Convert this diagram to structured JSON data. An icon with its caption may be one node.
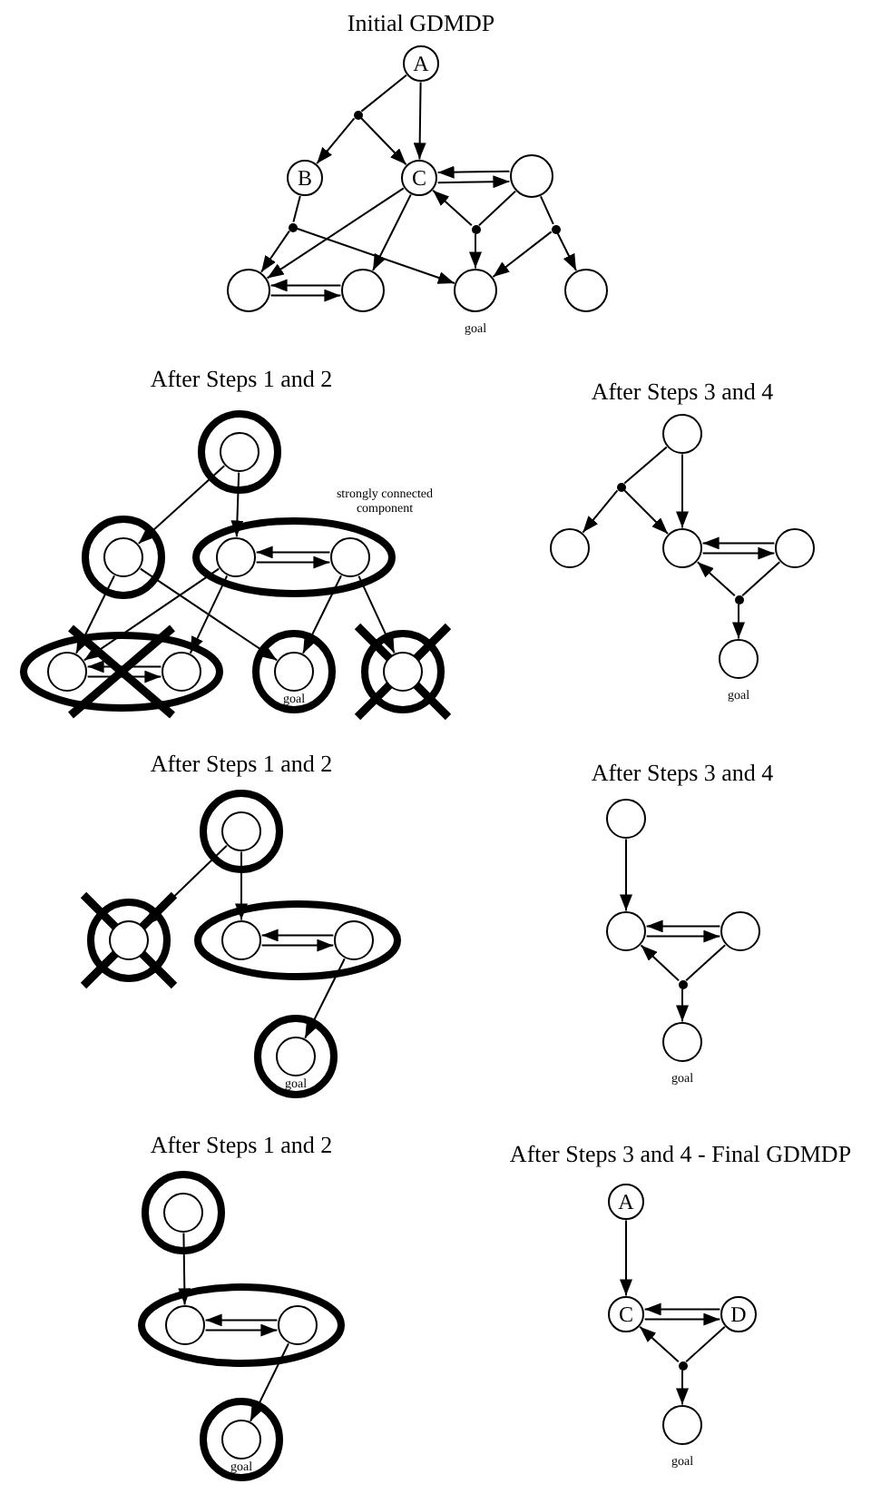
{
  "diagram": {
    "nodes": [
      {
        "text": [
          "A"
        ]
      },
      {
        "text": [],
        "shape": "dot"
      },
      {
        "text": [
          "B"
        ]
      },
      {
        "text": [
          "C"
        ]
      },
      {
        "text": [],
        "shape": "circle"
      },
      {
        "text": [],
        "shape": "dot"
      },
      {
        "text": [],
        "shape": "dot"
      },
      {
        "text": [],
        "shape": "dot"
      },
      {
        "text": [],
        "shape": "circle"
      },
      {
        "text": [],
        "shape": "circle"
      },
      {
        "text": [],
        "shape": "circle",
        "beside": [
          "goal"
        ]
      },
      {
        "text": [],
        "shape": "circle"
      },
      {
        "text": [],
        "shape": "circle"
      },
      {
        "text": [],
        "shape": "circle",
        "in": 12
      },
      {
        "text": [],
        "shape": "circle"
      },
      {
        "text": [],
        "shape": "circle",
        "in": 14
      },
      {
        "text": [],
        "shape": "ellipse",
        "beside": [
          "strongly connected component"
        ]
      },
      {
        "text": [],
        "shape": "circle",
        "in": 16
      },
      {
        "text": [],
        "shape": "circle",
        "in": 16
      },
      {
        "text": [],
        "shape": "ellipse"
      },
      {
        "text": [],
        "shape": "circle",
        "in": 19
      },
      {
        "text": [],
        "shape": "circle",
        "in": 19
      },
      {
        "text": [],
        "shape": "circle"
      },
      {
        "text": [],
        "shape": "circle",
        "in": 22,
        "beside": [
          "goal"
        ]
      },
      {
        "text": [],
        "shape": "circle"
      },
      {
        "text": [],
        "shape": "circle",
        "in": 24
      },
      {
        "text": [],
        "shape": "circle"
      },
      {
        "text": [],
        "shape": "dot"
      },
      {
        "text": [],
        "shape": "circle"
      },
      {
        "text": [],
        "shape": "circle"
      },
      {
        "text": [],
        "shape": "circle"
      },
      {
        "text": [],
        "shape": "dot"
      },
      {
        "text": [],
        "shape": "circle",
        "beside": [
          "goal"
        ]
      },
      {
        "text": [],
        "shape": "circle"
      },
      {
        "text": [],
        "shape": "circle",
        "in": 33
      },
      {
        "text": [],
        "shape": "circle"
      },
      {
        "text": [],
        "shape": "circle",
        "in": 35
      },
      {
        "text": [],
        "shape": "ellipse"
      },
      {
        "text": [],
        "shape": "circle",
        "in": 37
      },
      {
        "text": [],
        "shape": "circle",
        "in": 37
      },
      {
        "text": [],
        "shape": "circle"
      },
      {
        "text": [],
        "shape": "circle",
        "in": 40,
        "beside": [
          "goal"
        ]
      },
      {
        "text": [],
        "shape": "circle"
      },
      {
        "text": [],
        "shape": "circle"
      },
      {
        "text": [],
        "shape": "circle"
      },
      {
        "text": [],
        "shape": "dot"
      },
      {
        "text": [],
        "shape": "circle",
        "beside": [
          "goal"
        ]
      },
      {
        "text": [],
        "shape": "circle"
      },
      {
        "text": [],
        "shape": "circle",
        "in": 47
      },
      {
        "text": [],
        "shape": "ellipse"
      },
      {
        "text": [],
        "shape": "circle",
        "in": 49
      },
      {
        "text": [],
        "shape": "circle",
        "in": 49
      },
      {
        "text": [],
        "shape": "circle"
      },
      {
        "text": [],
        "shape": "circle",
        "in": 52,
        "beside": [
          "goal"
        ]
      },
      {
        "text": [
          "A"
        ]
      },
      {
        "text": [
          "C"
        ]
      },
      {
        "text": [
          "D"
        ]
      },
      {
        "text": [],
        "shape": "dot"
      },
      {
        "text": [],
        "shape": "circle",
        "beside": [
          "goal"
        ]
      }
    ],
    "edges": [
      {
        "from": 0,
        "to": 1,
        "arrow": "none"
      },
      {
        "from": 1,
        "to": 2,
        "arrow": "to"
      },
      {
        "from": 1,
        "to": 3,
        "arrow": "to"
      },
      {
        "from": 0,
        "to": 3,
        "arrow": "to"
      },
      {
        "from": 3,
        "to": 4,
        "arrow": "to"
      },
      {
        "from": 4,
        "to": 3,
        "arrow": "to"
      },
      {
        "from": 2,
        "to": 5,
        "arrow": "none"
      },
      {
        "from": 5,
        "to": 8,
        "arrow": "to"
      },
      {
        "from": 5,
        "to": 10,
        "arrow": "to"
      },
      {
        "from": 3,
        "to": 8,
        "arrow": "to"
      },
      {
        "from": 3,
        "to": 9,
        "arrow": "to"
      },
      {
        "from": 8,
        "to": 9,
        "arrow": "to"
      },
      {
        "from": 9,
        "to": 8,
        "arrow": "to"
      },
      {
        "from": 4,
        "to": 6,
        "arrow": "none"
      },
      {
        "from": 6,
        "to": 3,
        "arrow": "to"
      },
      {
        "from": 6,
        "to": 10,
        "arrow": "to"
      },
      {
        "from": 4,
        "to": 7,
        "arrow": "none"
      },
      {
        "from": 7,
        "to": 10,
        "arrow": "to"
      },
      {
        "from": 7,
        "to": 11,
        "arrow": "to"
      },
      {
        "from": 13,
        "to": 15,
        "arrow": "to"
      },
      {
        "from": 13,
        "to": 17,
        "arrow": "to"
      },
      {
        "from": 17,
        "to": 18,
        "arrow": "to"
      },
      {
        "from": 18,
        "to": 17,
        "arrow": "to"
      },
      {
        "from": 15,
        "to": 20,
        "arrow": "to"
      },
      {
        "from": 15,
        "to": 23,
        "arrow": "to"
      },
      {
        "from": 17,
        "to": 20,
        "arrow": "to"
      },
      {
        "from": 17,
        "to": 21,
        "arrow": "to"
      },
      {
        "from": 20,
        "to": 21,
        "arrow": "to"
      },
      {
        "from": 21,
        "to": 20,
        "arrow": "to"
      },
      {
        "from": 18,
        "to": 23,
        "arrow": "to"
      },
      {
        "from": 18,
        "to": 25,
        "arrow": "to"
      },
      {
        "from": 26,
        "to": 27,
        "arrow": "none"
      },
      {
        "from": 27,
        "to": 28,
        "arrow": "to"
      },
      {
        "from": 27,
        "to": 29,
        "arrow": "to"
      },
      {
        "from": 26,
        "to": 29,
        "arrow": "to"
      },
      {
        "from": 29,
        "to": 30,
        "arrow": "to"
      },
      {
        "from": 30,
        "to": 29,
        "arrow": "to"
      },
      {
        "from": 30,
        "to": 31,
        "arrow": "none"
      },
      {
        "from": 31,
        "to": 29,
        "arrow": "to"
      },
      {
        "from": 31,
        "to": 32,
        "arrow": "to"
      },
      {
        "from": 34,
        "to": 36,
        "arrow": "to"
      },
      {
        "from": 34,
        "to": 38,
        "arrow": "to"
      },
      {
        "from": 38,
        "to": 39,
        "arrow": "to"
      },
      {
        "from": 39,
        "to": 38,
        "arrow": "to"
      },
      {
        "from": 39,
        "to": 41,
        "arrow": "to"
      },
      {
        "from": 42,
        "to": 43,
        "arrow": "to"
      },
      {
        "from": 43,
        "to": 44,
        "arrow": "to"
      },
      {
        "from": 44,
        "to": 43,
        "arrow": "to"
      },
      {
        "from": 44,
        "to": 45,
        "arrow": "none"
      },
      {
        "from": 45,
        "to": 43,
        "arrow": "to"
      },
      {
        "from": 45,
        "to": 46,
        "arrow": "to"
      },
      {
        "from": 48,
        "to": 50,
        "arrow": "to"
      },
      {
        "from": 50,
        "to": 51,
        "arrow": "to"
      },
      {
        "from": 51,
        "to": 50,
        "arrow": "to"
      },
      {
        "from": 51,
        "to": 53,
        "arrow": "to"
      },
      {
        "from": 54,
        "to": 55,
        "arrow": "to"
      },
      {
        "from": 55,
        "to": 56,
        "arrow": "to"
      },
      {
        "from": 56,
        "to": 55,
        "arrow": "to"
      },
      {
        "from": 56,
        "to": 57,
        "arrow": "none"
      },
      {
        "from": 57,
        "to": 55,
        "arrow": "to"
      },
      {
        "from": 57,
        "to": 58,
        "arrow": "to"
      }
    ],
    "labels": [
      "Initial GDMDP",
      "After Steps 1 and 2",
      "After Steps 3 and 4",
      "After Steps 1 and 2",
      "After Steps 3 and 4",
      "After Steps 1 and 2",
      "After Steps 3 and 4 - Final GDMDP"
    ]
  }
}
